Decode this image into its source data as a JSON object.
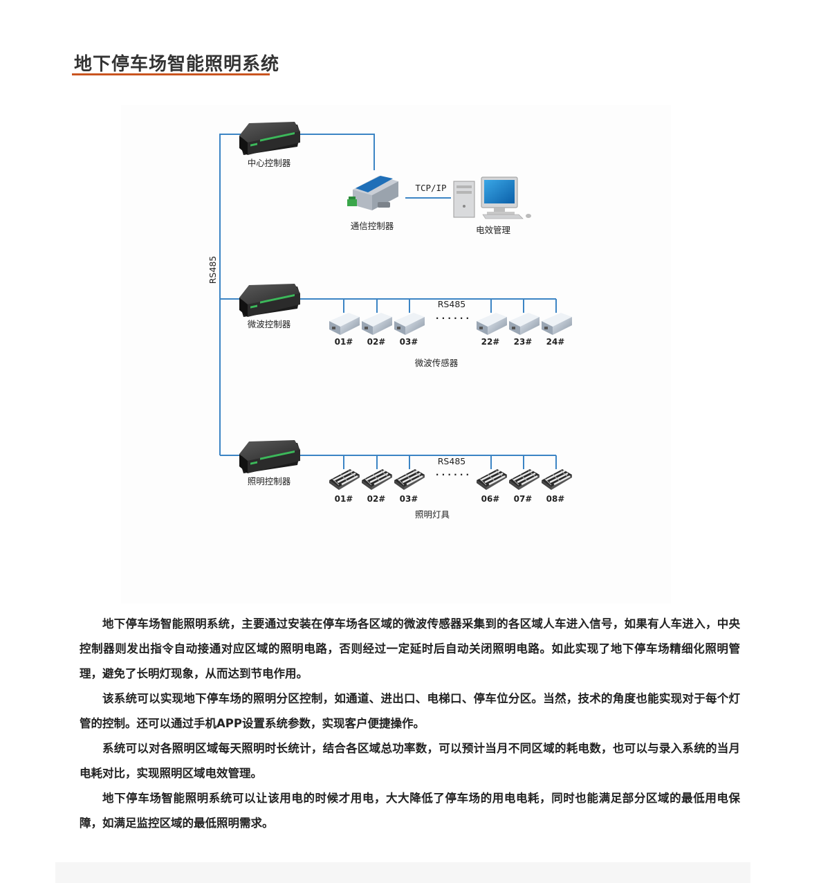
{
  "page": {
    "title": "地下停车场智能照明系统"
  },
  "diagram": {
    "nodes": {
      "central_controller": "中心控制器",
      "comm_controller": "通信控制器",
      "energy_management": "电效管理",
      "microwave_controller": "微波控制器",
      "microwave_sensors": "微波传感器",
      "lighting_controller": "照明控制器",
      "light_fixtures": "照明灯具"
    },
    "links": {
      "trunk_bus": "RS485",
      "tcp_link": "TCP/IP",
      "sensor_bus": "RS485",
      "lamp_bus": "RS485"
    },
    "ellipsis": "· · · · · ·",
    "sensor_ids": [
      "01#",
      "02#",
      "03#",
      "22#",
      "23#",
      "24#"
    ],
    "lamp_ids": [
      "01#",
      "02#",
      "03#",
      "06#",
      "07#",
      "08#"
    ]
  },
  "paragraphs": [
    "地下停车场智能照明系统，主要通过安装在停车场各区域的微波传感器采集到的各区域人车进入信号，如果有人车进入，中央控制器则发出指令自动接通对应区域的照明电路，否则经过一定延时后自动关闭照明电路。如此实现了地下停车场精细化照明管理，避免了长明灯现象，从而达到节电作用。",
    "该系统可以实现地下停车场的照明分区控制，如通道、进出口、电梯口、停车位分区。当然，技术的角度也能实现对于每个灯管的控制。还可以通过手机APP设置系统参数，实现客户便捷操作。",
    "系统可以对各照明区域每天照明时长统计，结合各区域总功率数，可以预计当月不同区域的耗电数，也可以与录入系统的当月电耗对比，实现照明区域电效管理。",
    "地下停车场智能照明系统可以让该用电的时候才用电，大大降低了停车场的用电电耗，同时也能满足部分区域的最低用电保障，如满足监控区域的最低照明需求。"
  ]
}
